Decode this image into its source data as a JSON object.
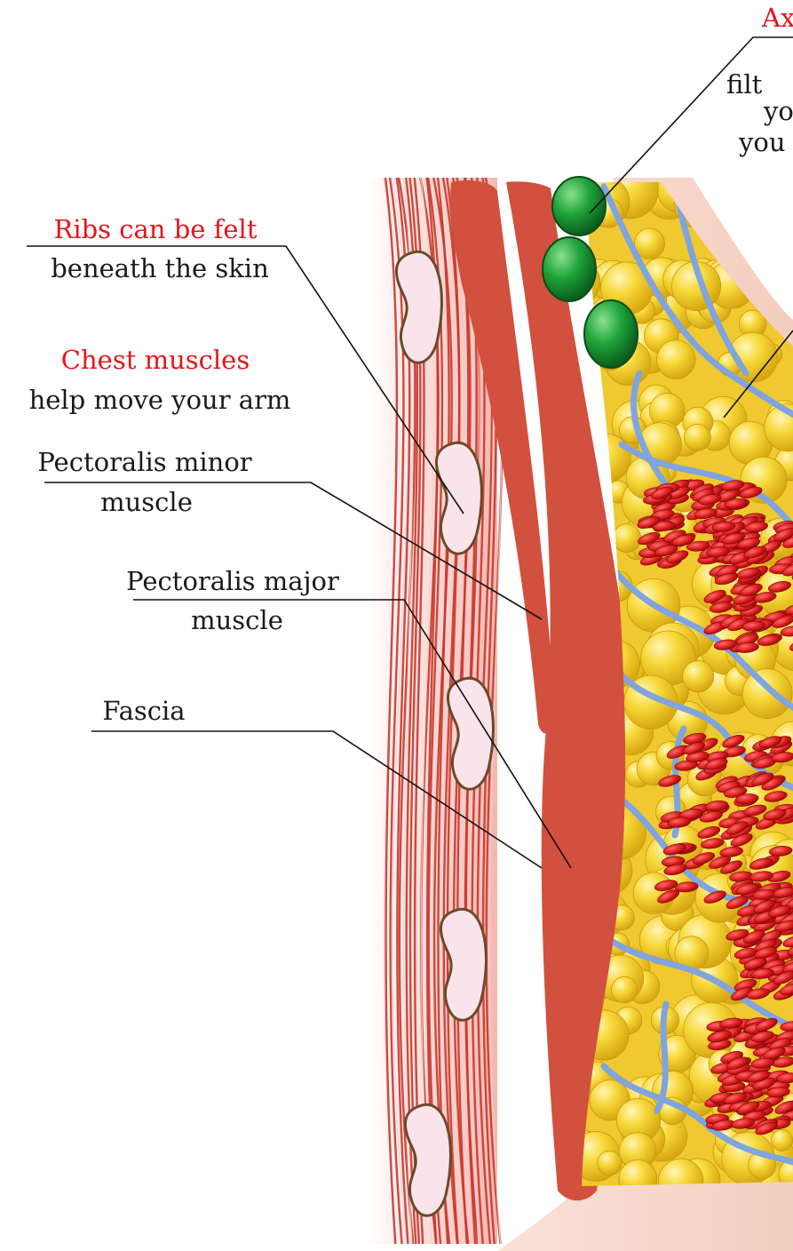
{
  "labels": {
    "axillary": {
      "title": "Ax",
      "lines": [
        "filt",
        "yo",
        "you"
      ]
    },
    "ribs": {
      "title": "Ribs can be felt",
      "text": "beneath the skin"
    },
    "chest_muscles": {
      "title": "Chest muscles",
      "text": "help move your arm"
    },
    "pectoralis_minor": {
      "line1": "Pectoralis minor",
      "line2": "muscle"
    },
    "pectoralis_major": {
      "line1": "Pectoralis major",
      "line2": "muscle"
    },
    "fascia": "Fascia"
  },
  "colors": {
    "label_highlight": "#e8141b",
    "muscle": "#d2503e",
    "fat_lobule": "#f5d432",
    "lymph_node": "#1ea33a",
    "gland_lobule": "#d91a1a",
    "vessel": "#7fa4e0",
    "rib": "#f9e4ec",
    "skin": "#f2b9a0"
  }
}
